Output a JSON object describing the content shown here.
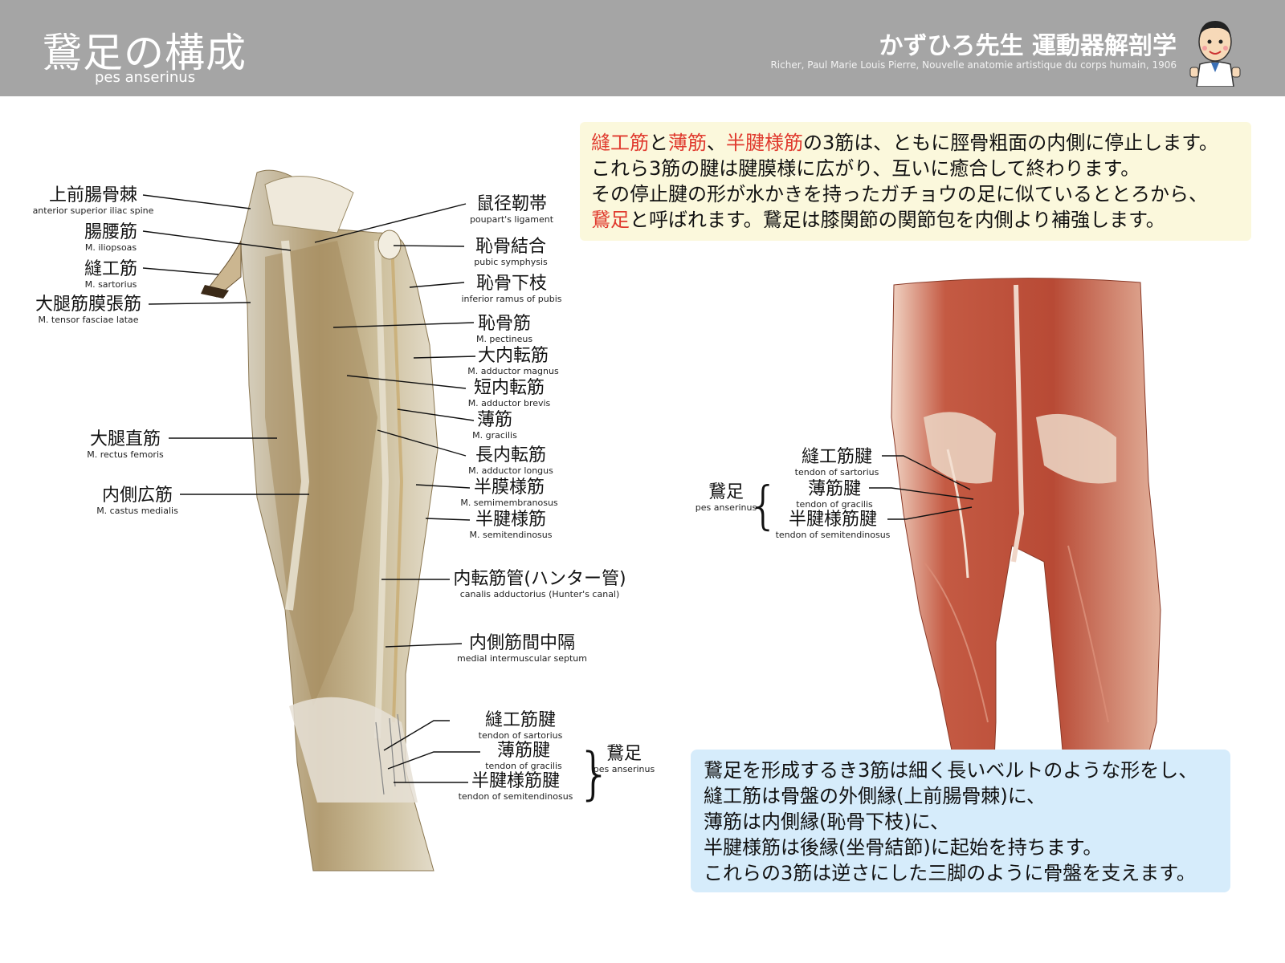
{
  "header": {
    "title": "鵞足の構成",
    "subtitle": "pes anserinus",
    "brand": "かずひろ先生 運動器解剖学",
    "credit": "Richer, Paul Marie Louis Pierre, Nouvelle anatomie artistique du corps humain, 1906"
  },
  "top_text": {
    "line1_red1": "縫工筋",
    "line1_t1": "と",
    "line1_red2": "薄筋",
    "line1_t2": "、",
    "line1_red3": "半腱様筋",
    "line1_t3": "の3筋は、ともに脛骨粗面の内側に停止します。",
    "line2": "これら3筋の腱は腱膜様に広がり、互いに癒合して終わります。",
    "line3": "その停止腱の形が水かきを持ったガチョウの足に似ているととろから、",
    "line4_red": "鵞足",
    "line4_t": "と呼ばれます。鵞足は膝関節の関節包を内側より補強します。"
  },
  "bottom_text": [
    "鵞足を形成するき3筋は細く長いベルトのような形をし、",
    "縫工筋は骨盤の外側縁(上前腸骨棘)に、",
    "薄筋は内側縁(恥骨下枝)に、",
    "半腱様筋は後縁(坐骨結節)に起始を持ちます。",
    "これらの3筋は逆さにした三脚のように骨盤を支えます。"
  ],
  "left_labels": [
    {
      "jp": "上前腸骨棘",
      "en": "anterior superior iliac spine"
    },
    {
      "jp": "腸腰筋",
      "en": "M. iliopsoas"
    },
    {
      "jp": "縫工筋",
      "en": "M. sartorius"
    },
    {
      "jp": "大腿筋膜張筋",
      "en": "M. tensor fasciae latae"
    },
    {
      "jp": "大腿直筋",
      "en": "M. rectus femoris"
    },
    {
      "jp": "内側広筋",
      "en": "M. castus medialis"
    }
  ],
  "right_labels": [
    {
      "jp": "鼠径靭帯",
      "en": "poupart's ligament"
    },
    {
      "jp": "恥骨結合",
      "en": "pubic symphysis"
    },
    {
      "jp": "恥骨下枝",
      "en": "inferior ramus of pubis"
    },
    {
      "jp": "恥骨筋",
      "en": "M. pectineus"
    },
    {
      "jp": "大内転筋",
      "en": "M. adductor magnus"
    },
    {
      "jp": "短内転筋",
      "en": "M. adductor brevis"
    },
    {
      "jp": "薄筋",
      "en": "M. gracilis"
    },
    {
      "jp": "長内転筋",
      "en": "M. adductor longus"
    },
    {
      "jp": "半膜様筋",
      "en": "M. semimembranosus"
    },
    {
      "jp": "半腱様筋",
      "en": "M. semitendinosus"
    },
    {
      "jp": "内転筋管(ハンター管)",
      "en": "canalis adductorius (Hunter's canal)"
    },
    {
      "jp": "内側筋間中隔",
      "en": "medial intermuscular septum"
    }
  ],
  "tendon_labels_left": [
    {
      "jp": "縫工筋腱",
      "en": "tendon of sartorius"
    },
    {
      "jp": "薄筋腱",
      "en": "tendon of gracilis"
    },
    {
      "jp": "半腱様筋腱",
      "en": "tendon of semitendinosus"
    }
  ],
  "pes_left": {
    "jp": "鵞足",
    "en": "pes anserinus"
  },
  "tendon_labels_right": [
    {
      "jp": "縫工筋腱",
      "en": "tendon of sartorius"
    },
    {
      "jp": "薄筋腱",
      "en": "tendon of gracilis"
    },
    {
      "jp": "半腱様筋腱",
      "en": "tendon of semitendinosus"
    }
  ],
  "pes_right": {
    "jp": "鵞足",
    "en": "pes anserinus"
  },
  "colors": {
    "header": "#a5a5a5",
    "accent_red": "#e03a2e",
    "top_box": "#fbf8dc",
    "bottom_box": "#d6ecfb"
  }
}
